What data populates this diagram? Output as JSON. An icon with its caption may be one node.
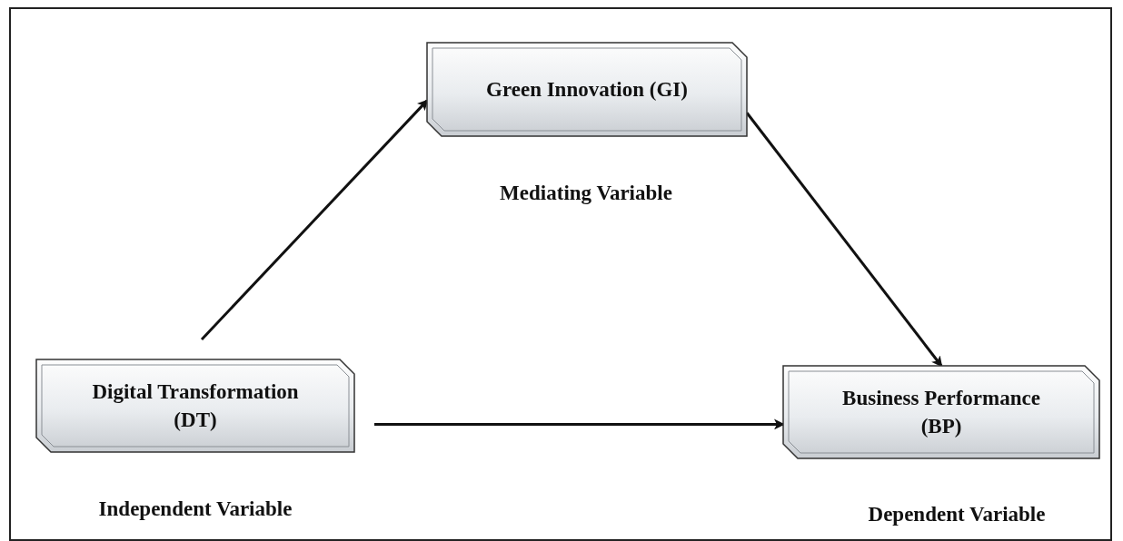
{
  "diagram": {
    "nodes": [
      {
        "text": [
          "Green Innovation (GI)"
        ],
        "beside": [
          "Mediating Variable"
        ]
      },
      {
        "text": [
          "Digital Transformation (DT)"
        ],
        "beside": [
          "Independent Variable"
        ]
      },
      {
        "text": [
          "Business Performance (BP)"
        ],
        "beside": [
          "Dependent Variable"
        ]
      }
    ],
    "edges": [
      {
        "from": 1,
        "to": 0,
        "arrow": "to"
      },
      {
        "from": 0,
        "to": 2,
        "arrow": "to"
      },
      {
        "from": 1,
        "to": 2,
        "arrow": "to"
      }
    ]
  }
}
